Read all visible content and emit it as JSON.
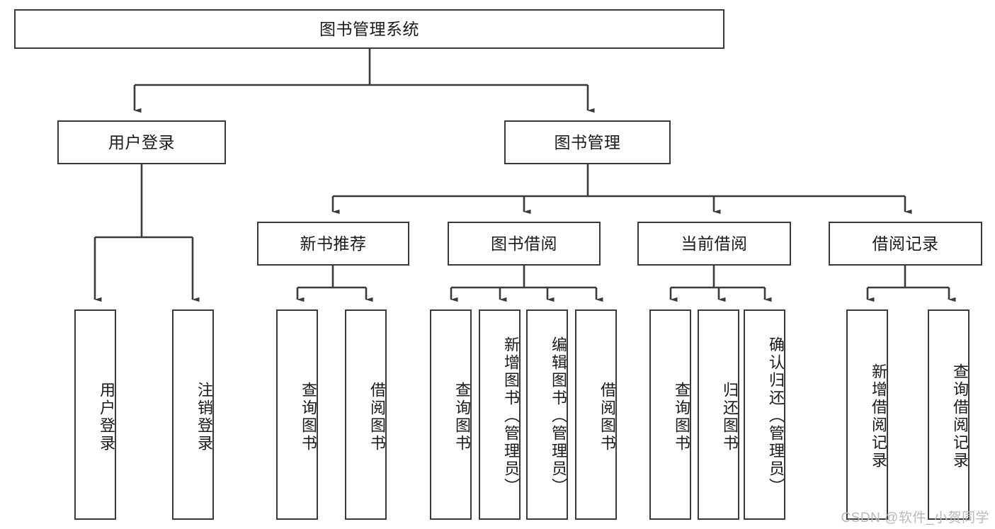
{
  "diagram": {
    "type": "tree-hierarchy",
    "title": "图书管理系统",
    "watermark": "CSDN @软件_小贺同学",
    "colors": {
      "box_border": "#3a3a3a",
      "connector": "#3a3a3a",
      "background": "#ffffff",
      "text": "#1a1a1a",
      "watermark": "#b9b9b9"
    },
    "nodes": {
      "root": {
        "label": "图书管理系统"
      },
      "level1": [
        {
          "label": "用户登录"
        },
        {
          "label": "图书管理"
        }
      ],
      "level2": [
        {
          "label": "新书推荐"
        },
        {
          "label": "图书借阅"
        },
        {
          "label": "当前借阅"
        },
        {
          "label": "借阅记录"
        }
      ],
      "leaves": [
        {
          "label": "用户登录",
          "parent": "用户登录"
        },
        {
          "label": "注销登录",
          "parent": "用户登录"
        },
        {
          "label": "查询图书",
          "parent": "新书推荐"
        },
        {
          "label": "借阅图书",
          "parent": "新书推荐"
        },
        {
          "label": "查询图书",
          "parent": "图书借阅"
        },
        {
          "label": "新增图书（管理员）",
          "parent": "图书借阅"
        },
        {
          "label": "编辑图书（管理员）",
          "parent": "图书借阅"
        },
        {
          "label": "借阅图书",
          "parent": "图书借阅"
        },
        {
          "label": "查询图书",
          "parent": "当前借阅"
        },
        {
          "label": "归还图书",
          "parent": "当前借阅"
        },
        {
          "label": "确认归还（管理员）",
          "parent": "当前借阅"
        },
        {
          "label": "新增借阅记录",
          "parent": "借阅记录"
        },
        {
          "label": "查询借阅记录",
          "parent": "借阅记录"
        }
      ]
    }
  }
}
